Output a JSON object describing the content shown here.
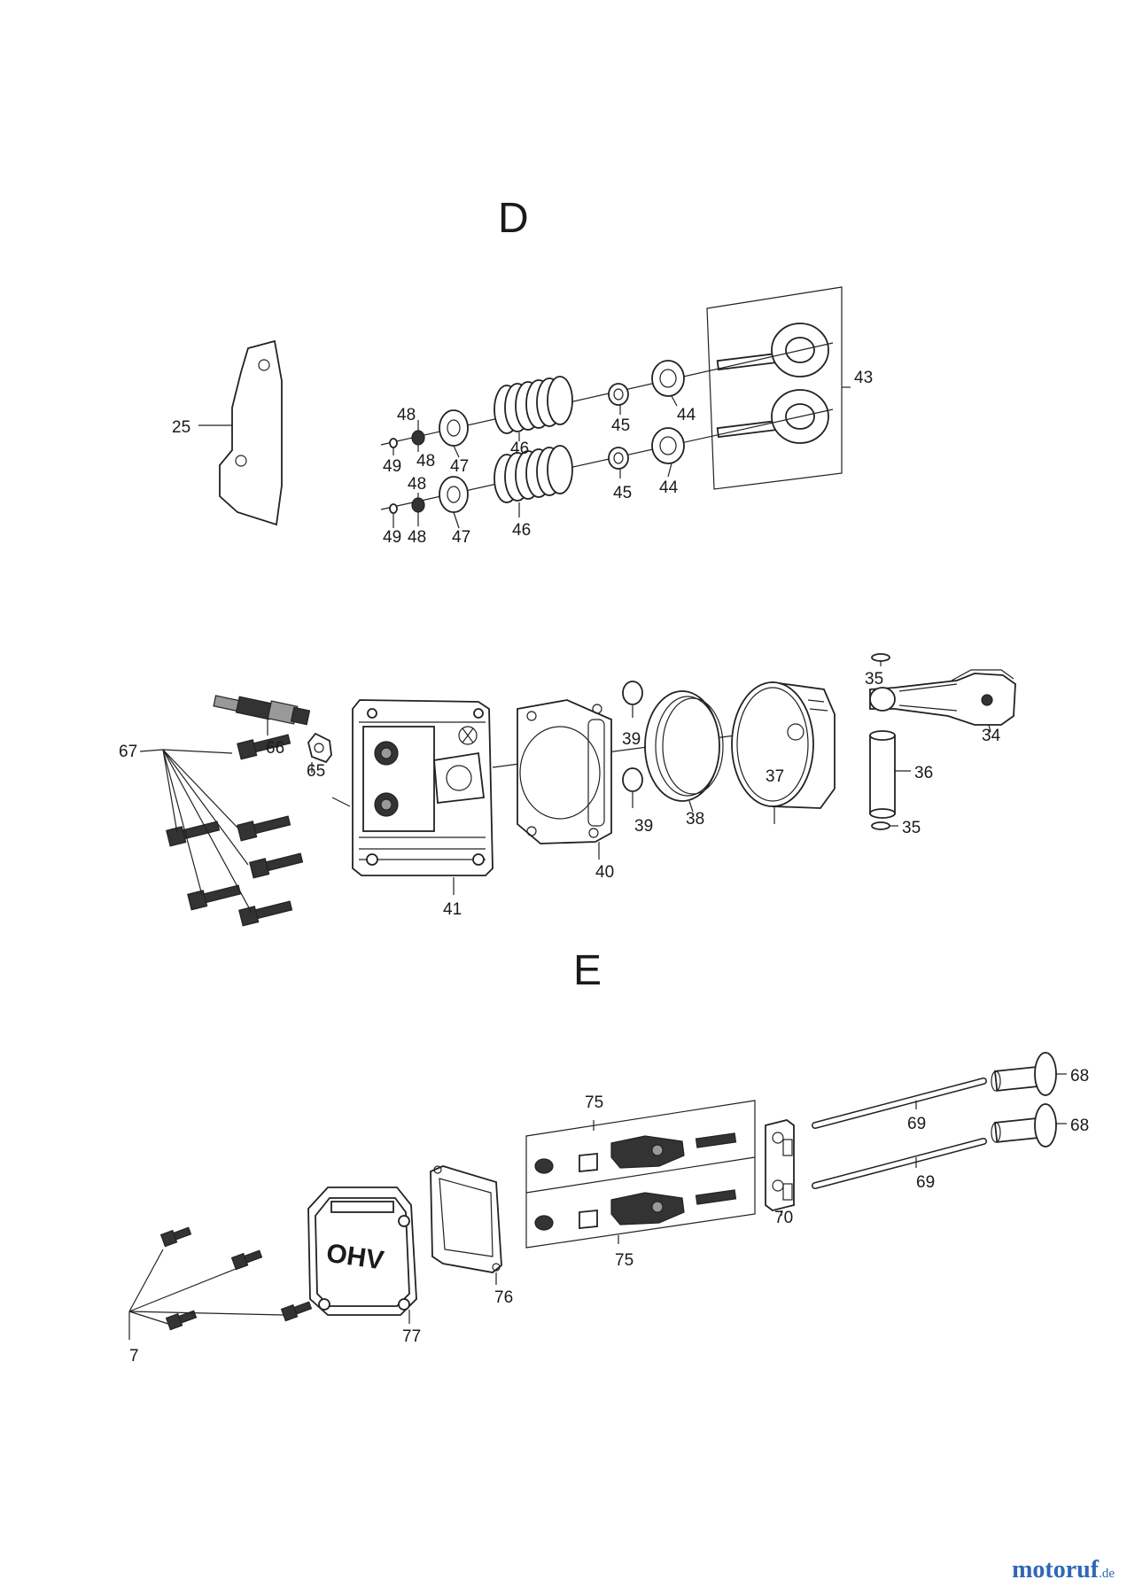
{
  "sections": {
    "d": "D",
    "e": "E"
  },
  "parts": {
    "p25": "25",
    "p34": "34",
    "p35": "35",
    "p36": "36",
    "p37": "37",
    "p38": "38",
    "p39": "39",
    "p40": "40",
    "p41": "41",
    "p43": "43",
    "p44": "44",
    "p45": "45",
    "p46": "46",
    "p47": "47",
    "p48": "48",
    "p49": "49",
    "p65": "65",
    "p66": "66",
    "p67": "67",
    "p68": "68",
    "p69": "69",
    "p70": "70",
    "p75": "75",
    "p76": "76",
    "p77": "77",
    "p7": "7"
  },
  "cover_text": "OHV",
  "brand": {
    "name": "motoruf",
    "tld": ".de",
    "color": "#2f67b3"
  }
}
